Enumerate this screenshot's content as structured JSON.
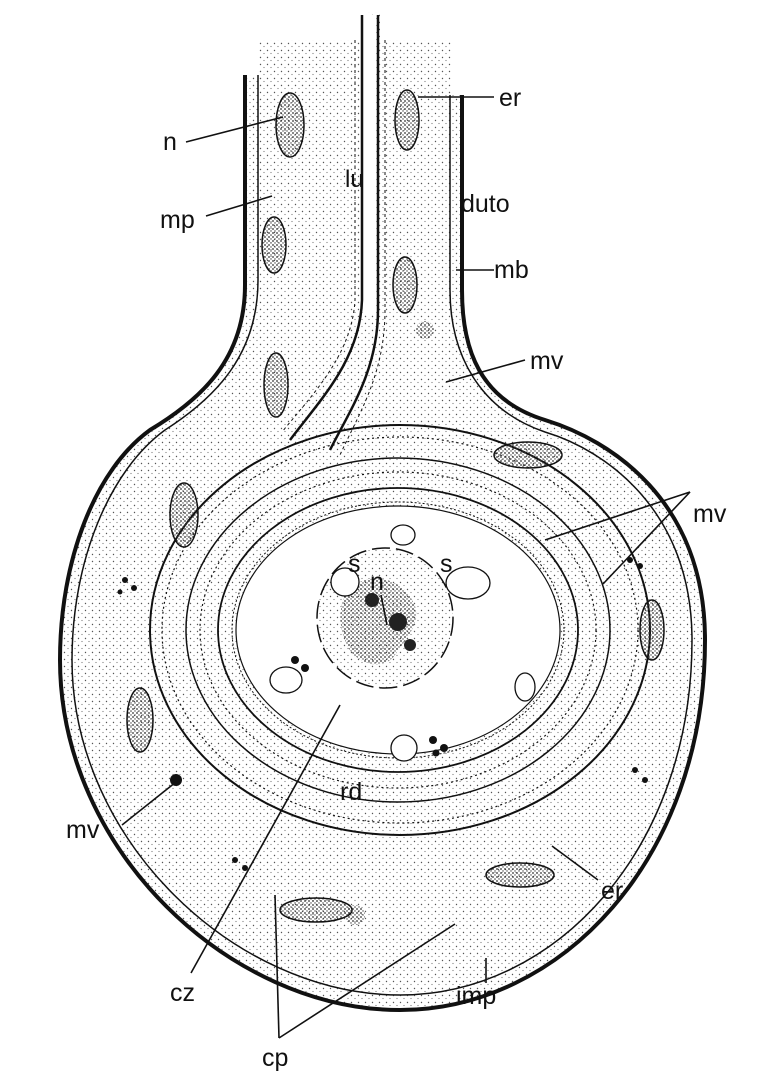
{
  "labels": {
    "er_top": "er",
    "n_top": "n",
    "lu": "lu",
    "duto": "duto",
    "mp": "mp",
    "mb": "mb",
    "mv_upper": "mv",
    "mv_right": "mv",
    "s_left": "s",
    "s_right": "s",
    "n_center": "n",
    "rd": "rd",
    "mv_left": "mv",
    "er_bottom": "er",
    "cz": "cz",
    "imp": "imp",
    "cp": "cp"
  },
  "colors": {
    "ink": "#111111",
    "paper": "#ffffff",
    "stipple": "#444444"
  }
}
